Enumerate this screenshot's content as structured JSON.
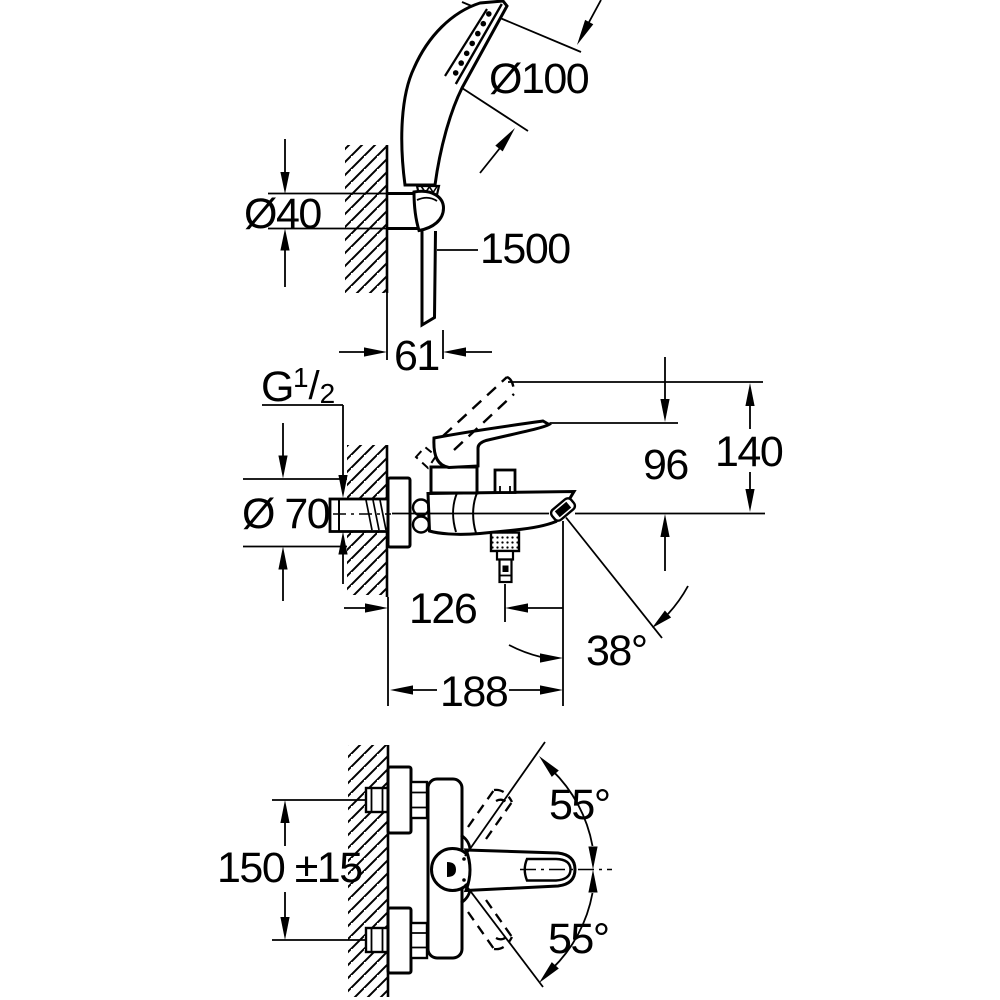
{
  "drawing": {
    "background": "#ffffff",
    "line_color": "#000000",
    "views": {
      "hand_shower": {
        "head_diameter": "Ø100",
        "holder_diameter": "Ø40",
        "hose_length": "1500",
        "holder_projection": "61"
      },
      "mixer_side": {
        "thread_prefix": "G",
        "thread_numerator": "1",
        "thread_slash": "/",
        "thread_denominator": "2",
        "lever_height": "96",
        "overall_height": "140",
        "escutcheon_diameter": "Ø 70",
        "spout_center_reach": "126",
        "spray_angle": "38°",
        "overall_reach": "188"
      },
      "mixer_top": {
        "inlet_center_distance": "150 ±15",
        "lever_swivel_up": "55°",
        "lever_swivel_down": "55°"
      }
    }
  }
}
